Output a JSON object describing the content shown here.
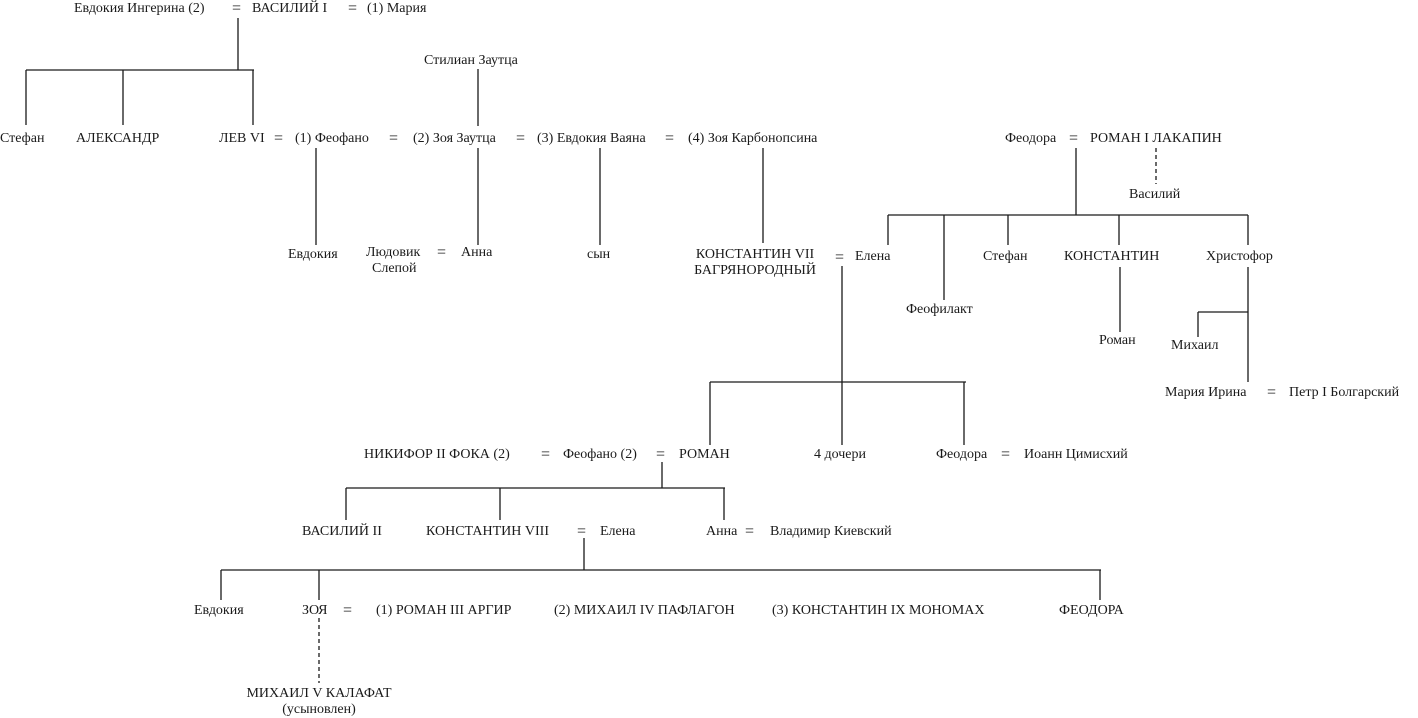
{
  "persons": {
    "evdokia_ingerina": "Евдокия Ингерина (2)",
    "vasily_i": "ВАСИЛИЙ I",
    "maria_1": "(1) Мария",
    "stylian_zautsa": "Стилиан Заутца",
    "stefan_1": "Стефан",
    "alexander": "АЛЕКСАНДР",
    "lev_vi": "ЛЕВ VI",
    "feofano_1": "(1) Феофано",
    "zoya_zautsa": "(2) Зоя Заутца",
    "evdokia_vayana": "(3) Евдокия Ваяна",
    "zoya_karbonopsina": "(4) Зоя Карбонопсина",
    "feodora_lak": "Феодора",
    "roman_i": "РОМАН I ЛАКАПИН",
    "vasily_bastard": "Василий",
    "evdokia_2": "Евдокия",
    "ludovik": "Людовик",
    "ludovik_2": "Слепой",
    "anna_1": "Анна",
    "son": "сын",
    "konst_vii_1": "КОНСТАНТИН VII",
    "konst_vii_2": "БАГРЯНОРОДНЫЙ",
    "elena_1": "Елена",
    "feofilakt": "Феофилакт",
    "stefan_2": "Стефан",
    "konstantin_lak": "КОНСТАНТИН",
    "christofor": "Христофор",
    "roman_lak": "Роман",
    "mikhail_lak": "Михаил",
    "maria_irina": "Мария Ирина",
    "petr_i": "Петр I Болгарский",
    "nikifor_ii": "НИКИФОР II ФОКА (2)",
    "feofano_2": "Феофано (2)",
    "roman_ii": "РОМАН",
    "four_daughters": "4 дочери",
    "feodora_2": "Феодора",
    "ioann_tzimiskes": "Иоанн Цимисхий",
    "vasily_ii": "ВАСИЛИЙ II",
    "konst_viii": "КОНСТАНТИН VIII",
    "elena_2": "Елена",
    "anna_2": "Анна",
    "vladimir": "Владимир Киевский",
    "evdokia_3": "Евдокия",
    "zoya": "ЗОЯ",
    "roman_iii": "(1) РОМАН III АРГИР",
    "mikhail_iv": "(2) МИХАИЛ IV ПАФЛАГОН",
    "konst_ix": "(3) КОНСТАНТИН IX МОНОМАХ",
    "feodora_3": "ФЕОДОРА",
    "mikhail_v": "МИХАИЛ V КАЛАФАТ",
    "mikhail_v_note": "(усыновлен)"
  },
  "marriage_symbol": "="
}
